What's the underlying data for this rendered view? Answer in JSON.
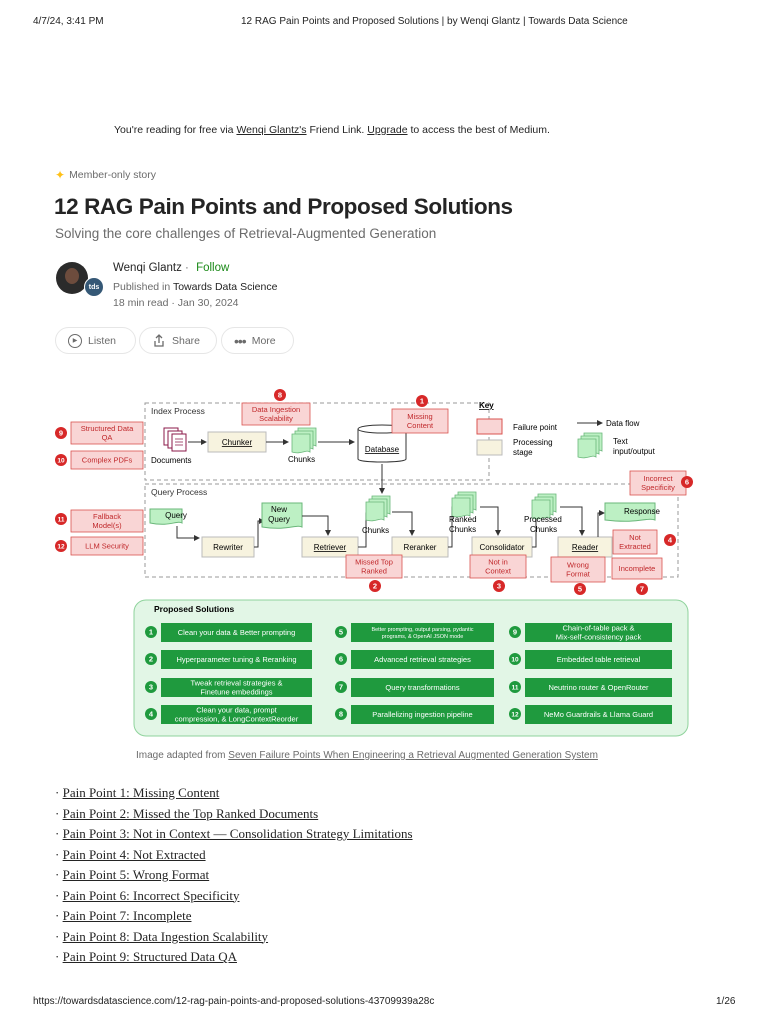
{
  "header": {
    "datetime": "4/7/24, 3:41 PM",
    "doc_title": "12 RAG Pain Points and Proposed Solutions | by Wenqi Glantz | Towards Data Science"
  },
  "banner": {
    "prefix": "You're reading for free via ",
    "author_link": "Wenqi Glantz's",
    "middle": " Friend Link. ",
    "upgrade": "Upgrade",
    "suffix": " to access the best of Medium."
  },
  "member_label": "Member-only story",
  "title": "12 RAG Pain Points and Proposed Solutions",
  "subtitle": "Solving the core challenges of Retrieval-Augmented Generation",
  "author": {
    "name": "Wenqi Glantz",
    "follow": "Follow",
    "published_in": "Published in",
    "publication": "Towards Data Science",
    "badge": "tds",
    "read_time": "18 min read",
    "date": "Jan 30, 2024"
  },
  "actions": {
    "listen": "Listen",
    "share": "Share",
    "more": "More"
  },
  "diagram": {
    "index_process": "Index Process",
    "query_process": "Query Process",
    "documents": "Documents",
    "chunker": "Chunker",
    "chunks": "Chunks",
    "database": "Database",
    "query": "Query",
    "rewriter": "Rewriter",
    "new_query": [
      "New",
      "Query"
    ],
    "retriever": "Retriever",
    "reranker": "Reranker",
    "ranked_chunks": [
      "Ranked",
      "Chunks"
    ],
    "consolidator": "Consolidator",
    "processed_chunks": [
      "Processed",
      "Chunks"
    ],
    "reader": "Reader",
    "response": "Response",
    "key": {
      "title": "Key",
      "failure_point": "Failure point",
      "processing_stage": [
        "Processing",
        "stage"
      ],
      "data_flow": "Data flow",
      "text_io": [
        "Text",
        "input/output"
      ]
    },
    "failures": [
      {
        "num": "1",
        "lines": [
          "Missing",
          "Content"
        ]
      },
      {
        "num": "2",
        "lines": [
          "Missed Top",
          "Ranked"
        ]
      },
      {
        "num": "3",
        "lines": [
          "Not in",
          "Context"
        ]
      },
      {
        "num": "4",
        "lines": [
          "Not",
          "Extracted"
        ]
      },
      {
        "num": "5",
        "lines": [
          "Wrong",
          "Format"
        ]
      },
      {
        "num": "6",
        "lines": [
          "Incorrect",
          "Specificity"
        ]
      },
      {
        "num": "7",
        "lines": [
          "Incomplete"
        ]
      },
      {
        "num": "8",
        "lines": [
          "Data Ingestion",
          "Scalability"
        ]
      },
      {
        "num": "9",
        "lines": [
          "Structured Data",
          "QA"
        ]
      },
      {
        "num": "10",
        "lines": [
          "Complex PDFs"
        ]
      },
      {
        "num": "11",
        "lines": [
          "Fallback",
          "Model(s)"
        ]
      },
      {
        "num": "12",
        "lines": [
          "LLM Security"
        ]
      }
    ],
    "solutions_title": "Proposed Solutions",
    "solutions": [
      {
        "num": "1",
        "lines": [
          "Clean your data & Better prompting"
        ]
      },
      {
        "num": "2",
        "lines": [
          "Hyperparameter tuning & Reranking"
        ]
      },
      {
        "num": "3",
        "lines": [
          "Tweak retrieval strategies &",
          "Finetune embeddings"
        ]
      },
      {
        "num": "4",
        "lines": [
          "Clean your data, prompt",
          "compression, & LongContextReorder"
        ]
      },
      {
        "num": "5",
        "lines": [
          "Better prompting, output parsing, pydantic",
          "programs, & OpenAI JSON mode"
        ]
      },
      {
        "num": "6",
        "lines": [
          "Advanced retrieval strategies"
        ]
      },
      {
        "num": "7",
        "lines": [
          "Query transformations"
        ]
      },
      {
        "num": "8",
        "lines": [
          "Parallelizing ingestion pipeline"
        ]
      },
      {
        "num": "9",
        "lines": [
          "Chain-of-table pack &",
          "Mix-self-consistency pack"
        ]
      },
      {
        "num": "10",
        "lines": [
          "Embedded table retrieval"
        ]
      },
      {
        "num": "11",
        "lines": [
          "Neutrino router & OpenRouter"
        ]
      },
      {
        "num": "12",
        "lines": [
          "NeMo Guardrails & Llama Guard"
        ]
      }
    ]
  },
  "caption": {
    "prefix": "Image adapted from ",
    "link": "Seven Failure Points When Engineering a Retrieval Augmented Generation System"
  },
  "toc": [
    "Pain Point 1: Missing Content",
    "Pain Point 2: Missed the Top Ranked Documents",
    "Pain Point 3: Not in Context — Consolidation Strategy Limitations",
    "Pain Point 4: Not Extracted",
    "Pain Point 5: Wrong Format",
    "Pain Point 6: Incorrect Specificity",
    "Pain Point 7: Incomplete",
    "Pain Point 8: Data Ingestion Scalability",
    "Pain Point 9: Structured Data QA"
  ],
  "footer": {
    "url": "https://towardsdatascience.com/12-rag-pain-points-and-proposed-solutions-43709939a28c",
    "page": "1/26"
  },
  "colors": {
    "failure_fill": "#f9d5d5",
    "failure_stroke": "#d9534f",
    "badge_red": "#d72828",
    "stage_fill": "#f7f3df",
    "text_io_fill": "#bdf0c4",
    "solution_green": "#1f9a3e",
    "solutions_bg": "#e2f6e6",
    "follow_green": "#1a8917"
  }
}
